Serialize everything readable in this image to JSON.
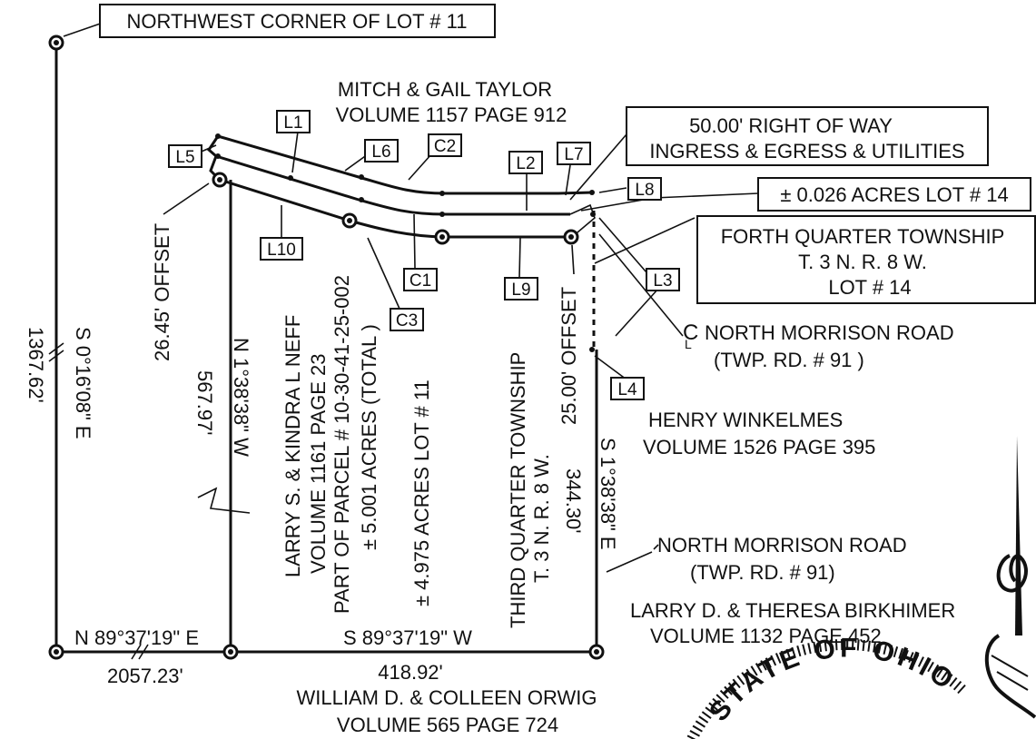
{
  "labels": {
    "northwest_corner": "NORTHWEST CORNER OF LOT # 11",
    "north_owner_name": "MITCH & GAIL TAYLOR",
    "north_owner_deed": "VOLUME 1157 PAGE 912",
    "row_line1": "50.00' RIGHT OF WAY",
    "row_line2": "INGRESS & EGRESS & UTILITIES",
    "acres_lot14": "± 0.026 ACRES LOT # 14",
    "forth_quarter_1": "FORTH QUARTER TOWNSHIP",
    "forth_quarter_2": "T. 3 N. R. 8 W.",
    "forth_quarter_3": "LOT # 14",
    "centerline_symbol": "C",
    "centerline_l": "L",
    "centerline_road": "NORTH MORRISON ROAD",
    "centerline_twp": "(TWP. RD. # 91 )",
    "henry_name": "HENRY WINKELMES",
    "henry_deed": "VOLUME 1526 PAGE 395",
    "road2_name": "NORTH MORRISON ROAD",
    "road2_twp": "(TWP. RD. # 91)",
    "birkhimer_name": "LARRY D. & THERESA BIRKHIMER",
    "birkhimer_deed": "VOLUME 1132 PAGE 452",
    "orwig_dist": "418.92'",
    "orwig_name": "WILLIAM D. & COLLEEN ORWIG",
    "orwig_deed": "VOLUME 565 PAGE 724",
    "south_west_bearing": "N 89°37'19\" E",
    "south_west_dist": "2057.23'",
    "south_bearing": "S 89°37'19\" W",
    "west_bearing": "S 0°16'08\" E",
    "west_dist": "1367.62'",
    "offset_west": "26.45' OFFSET",
    "inner_bearing": "N 1°38'38\" W",
    "inner_dist": "567.97'",
    "neff_name": "LARRY S. & KINDRA L NEFF",
    "neff_deed": "VOLUME 1161 PAGE 23",
    "neff_parcel": "PART OF PARCEL # 10-30-41-25-002",
    "neff_acres": "± 5.001 ACRES (TOTAL )",
    "lot11_acres": "± 4.975 ACRES LOT # 11",
    "third_quarter_1": "THIRD QUARTER TOWNSHIP",
    "third_quarter_2": "T. 3 N. R. 8 W.",
    "offset_east": "25.00' OFFSET",
    "east_bearing": "S 1°38'38\" E",
    "east_dist": "344.30'",
    "seal_text": "STATE OF OHIO"
  },
  "callouts": {
    "L1": "L1",
    "L2": "L2",
    "L3": "L3",
    "L4": "L4",
    "L5": "L5",
    "L6": "L6",
    "L7": "L7",
    "L8": "L8",
    "L9": "L9",
    "L10": "L10",
    "C1": "C1",
    "C2": "C2",
    "C3": "C3"
  }
}
